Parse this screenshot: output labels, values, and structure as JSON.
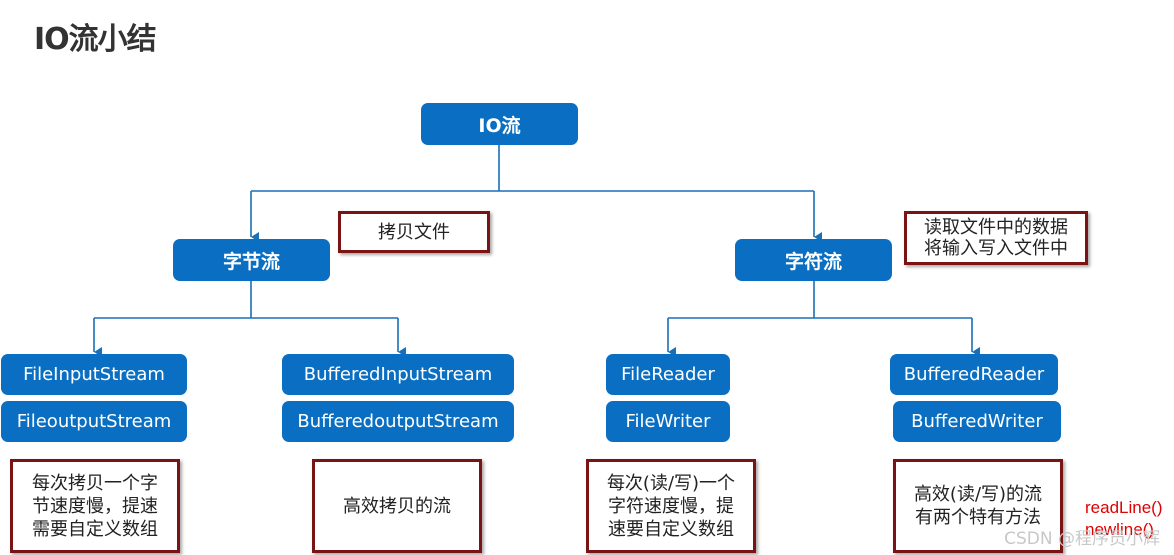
{
  "title": "IO流小结",
  "nodes": {
    "root": "IO流",
    "byte_stream": "字节流",
    "char_stream": "字符流",
    "file_input_stream": "FileInputStream",
    "file_output_stream": "FileoutputStream",
    "buffered_input_stream": "BufferedInputStream",
    "buffered_output_stream": "BufferedoutputStream",
    "file_reader": "FileReader",
    "file_writer": "FileWriter",
    "buffered_reader": "BufferedReader",
    "buffered_writer": "BufferedWriter"
  },
  "notes": {
    "copy_file": "拷贝文件",
    "read_write": [
      "读取文件中的数据",
      "将输入写入文件中"
    ],
    "byte_slow": [
      "每次拷贝一个字",
      "节速度慢，提速",
      "需要自定义数组"
    ],
    "byte_fast": "高效拷贝的流",
    "char_slow": [
      "每次(读/写)一个",
      "字符速度慢，提",
      "速要自定义数组"
    ],
    "char_fast": [
      "高效(读/写)的流",
      "有两个特有方法"
    ]
  },
  "methods": [
    "readLine()",
    "newline()"
  ],
  "watermark": "CSDN @程序员小辉",
  "colors": {
    "node": "#0a6fc2",
    "line": "#1a6fb8",
    "note_border": "#7a1414",
    "method_text": "#e00000"
  }
}
